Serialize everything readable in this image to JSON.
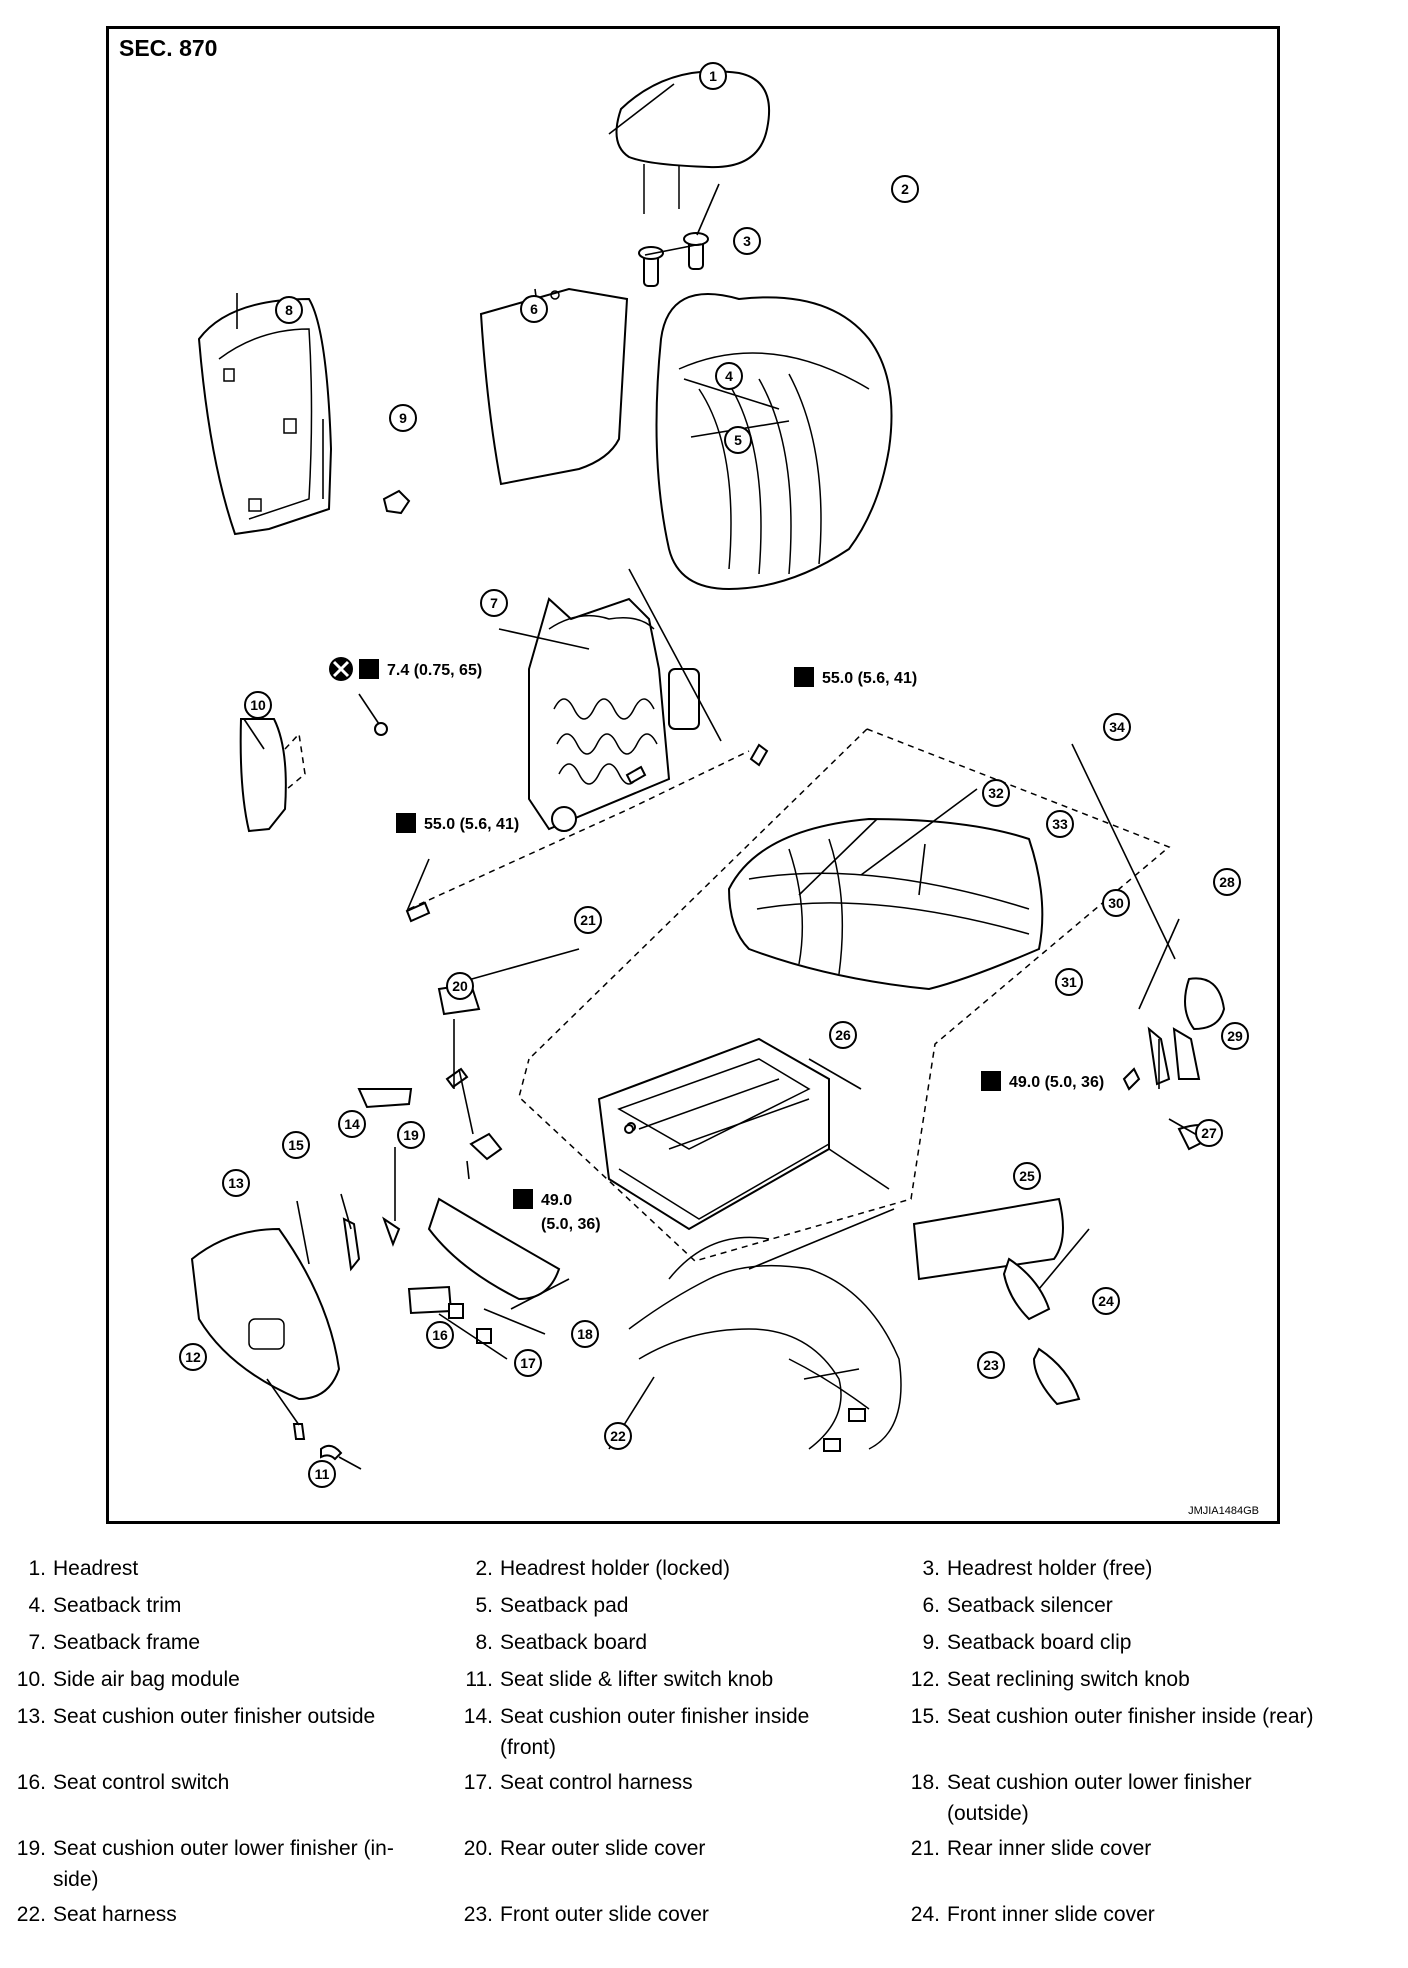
{
  "figure": {
    "section_label": "SEC. 870",
    "figure_id": "JMJIA1484GB",
    "torque_values": {
      "t1": "7.4 (0.75, 65)",
      "t2": "55.0 (5.6, 41)",
      "t3": "55.0 (5.6, 41)",
      "t4": "49.0 (5.0, 36)",
      "t5_line1": "49.0",
      "t5_line2": "(5.0, 36)"
    }
  },
  "parts": [
    {
      "num": "1.",
      "name": "Headrest"
    },
    {
      "num": "2.",
      "name": "Headrest holder (locked)"
    },
    {
      "num": "3.",
      "name": "Headrest holder (free)"
    },
    {
      "num": "4.",
      "name": "Seatback trim"
    },
    {
      "num": "5.",
      "name": "Seatback pad"
    },
    {
      "num": "6.",
      "name": "Seatback silencer"
    },
    {
      "num": "7.",
      "name": "Seatback frame"
    },
    {
      "num": "8.",
      "name": "Seatback board"
    },
    {
      "num": "9.",
      "name": "Seatback board clip"
    },
    {
      "num": "10.",
      "name": "Side air bag module"
    },
    {
      "num": "11.",
      "name": "Seat slide & lifter switch knob"
    },
    {
      "num": "12.",
      "name": "Seat reclining switch knob"
    },
    {
      "num": "13.",
      "name": "Seat cushion outer finisher outside"
    },
    {
      "num": "14.",
      "name": "Seat cushion outer finisher inside (front)"
    },
    {
      "num": "15.",
      "name": "Seat cushion outer finisher inside (rear)"
    },
    {
      "num": "16.",
      "name": "Seat control switch"
    },
    {
      "num": "17.",
      "name": "Seat control harness"
    },
    {
      "num": "18.",
      "name": "Seat cushion outer lower finisher (outside)"
    },
    {
      "num": "19.",
      "name": "Seat cushion outer lower finisher (in- side)"
    },
    {
      "num": "20.",
      "name": "Rear outer slide cover"
    },
    {
      "num": "21.",
      "name": "Rear inner slide cover"
    },
    {
      "num": "22.",
      "name": "Seat harness"
    },
    {
      "num": "23.",
      "name": "Front outer slide cover"
    },
    {
      "num": "24.",
      "name": "Front inner slide cover"
    }
  ]
}
